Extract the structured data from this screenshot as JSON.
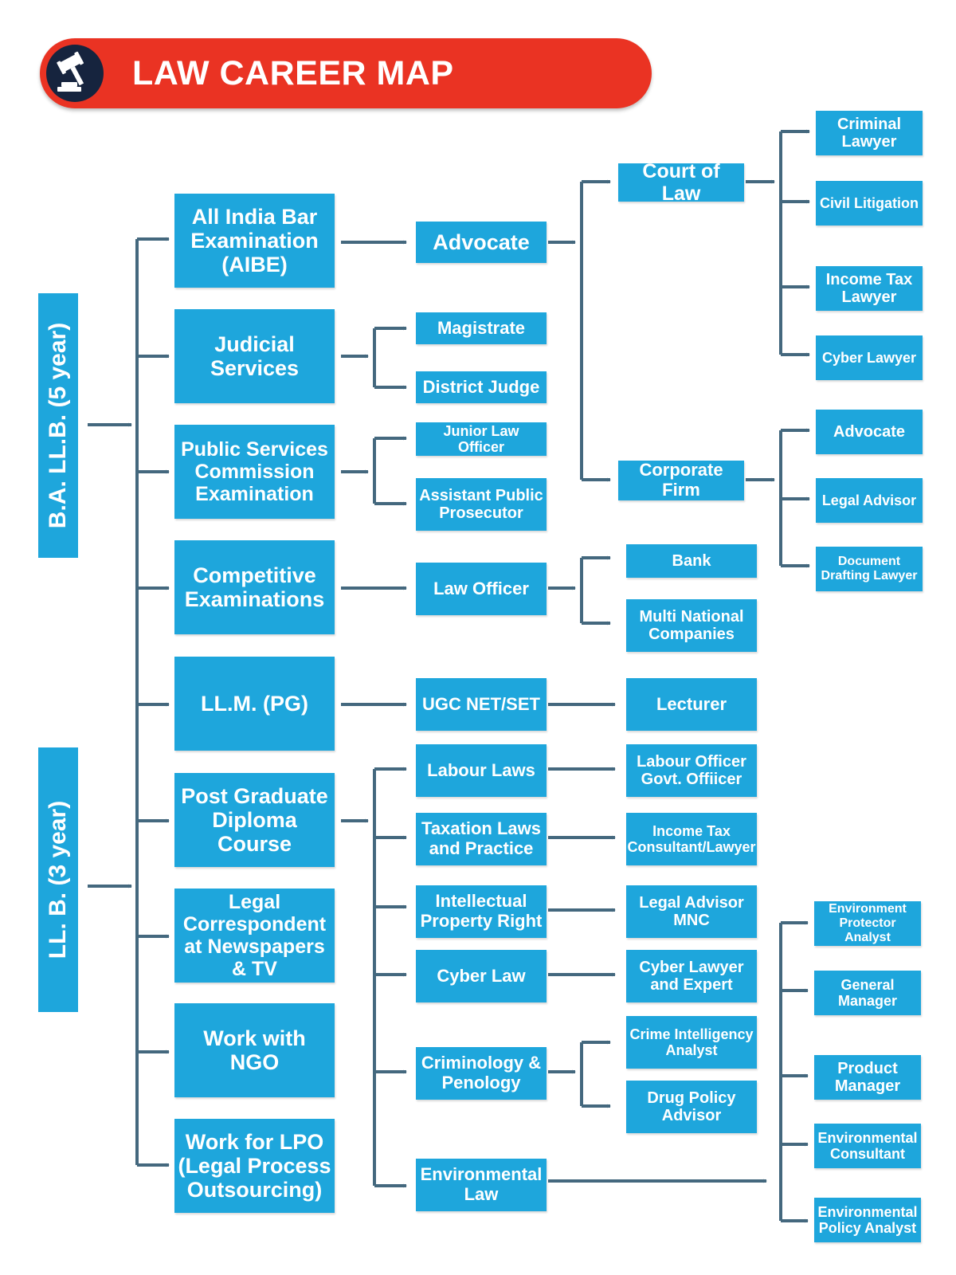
{
  "title": "LAW CAREER MAP",
  "header_icon": "gavel-icon",
  "colors": {
    "box": "#1ea6dc",
    "banner": "#ea3323",
    "icon_circle": "#16243e",
    "arrow": "#44687e",
    "text": "#ffffff"
  },
  "degrees": {
    "ba_llb": "B.A. LL.B. (5 year)",
    "llb": "LL. B. (3 year)"
  },
  "paths": {
    "aibe": "All India Bar Examination (AIBE)",
    "judicial": "Judicial Services",
    "psc": "Public Services Commission Examination",
    "competitive": "Competitive Examinations",
    "llm": "LL.M. (PG)",
    "pgd": "Post Graduate Diploma Course",
    "legal_correspondent": "Legal Correspondent at Newspapers & TV",
    "ngo": "Work with NGO",
    "lpo": "Work for LPO (Legal Process Outsourcing)"
  },
  "roles": {
    "advocate": "Advocate",
    "magistrate": "Magistrate",
    "district_judge": "District Judge",
    "junior_law_officer": "Junior Law Officer",
    "asst_prosecutor": "Assistant Public Prosecutor",
    "law_officer": "Law Officer",
    "ugc_net": "UGC NET/SET",
    "labour_laws": "Labour Laws",
    "taxation_laws": "Taxation Laws and Practice",
    "ipr": "Intellectual Property Right",
    "cyber_law": "Cyber Law",
    "criminology": "Criminology & Penology",
    "environmental_law": "Environmental Law"
  },
  "outcomes": {
    "court_of_law": "Court of Law",
    "corporate_firm": "Corporate Firm",
    "bank": "Bank",
    "mnc": "Multi National Companies",
    "lecturer": "Lecturer",
    "labour_officer": "Labour Officer Govt. Offiicer",
    "income_tax_consultant": "Income Tax Consultant/Lawyer",
    "legal_advisor_mnc": "Legal Advisor MNC",
    "cyber_expert": "Cyber Lawyer and Expert",
    "crime_analyst": "Crime Intelligency Analyst",
    "drug_policy": "Drug Policy Advisor"
  },
  "specializations": {
    "criminal_lawyer": "Criminal Lawyer",
    "civil_litigation": "Civil Litigation",
    "income_tax_lawyer": "Income Tax Lawyer",
    "cyber_lawyer": "Cyber Lawyer",
    "advocate": "Advocate",
    "legal_advisor": "Legal Advisor",
    "document_drafting": "Document Drafting Lawyer",
    "env_protector": "Environment Protector Analyst",
    "general_manager": "General Manager",
    "product_manager": "Product Manager",
    "env_consultant": "Environmental Consultant",
    "env_policy": "Environmental Policy Analyst"
  }
}
